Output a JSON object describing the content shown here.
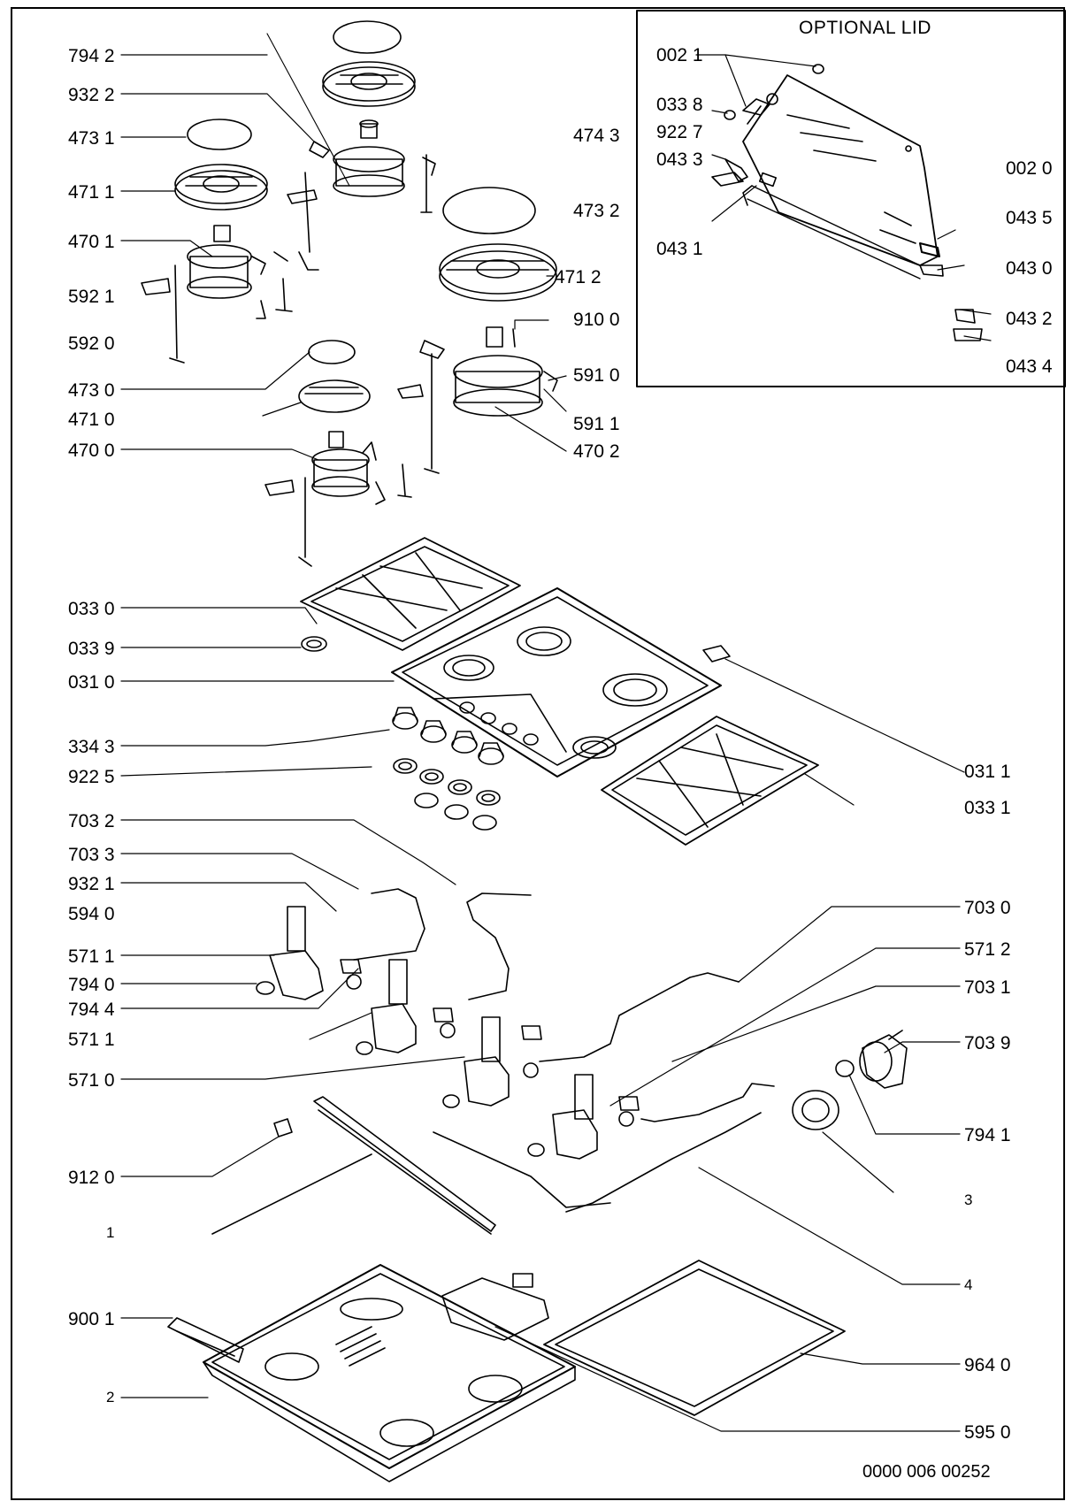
{
  "optional_lid": {
    "title": "OPTIONAL LID",
    "labels": [
      "002 1",
      "033 8",
      "922 7",
      "043 3",
      "002 0",
      "043 1",
      "043 5",
      "043 0",
      "043 2",
      "043 4"
    ]
  },
  "left_labels": [
    "794 2",
    "932 2",
    "473 1",
    "471 1",
    "470 1",
    "592 1",
    "592 0",
    "473 0",
    "471 0",
    "470 0",
    "033 0",
    "033 9",
    "031 0",
    "334 3",
    "922 5",
    "703 2",
    "703 3",
    "932 1",
    "594 0",
    "571 1",
    "794 0",
    "794 4",
    "571 1",
    "571 0",
    "912 0",
    "1",
    "900 1",
    "2"
  ],
  "middle_labels": [
    "474 3",
    "473 2",
    "471 2",
    "910 0",
    "591 0",
    "591 1",
    "470 2"
  ],
  "right_labels": [
    "031 1",
    "033 1",
    "703 0",
    "571 2",
    "703 1",
    "703 9",
    "794 1",
    "3",
    "4",
    "964 0",
    "595 0"
  ],
  "reference": "0000 006 00252"
}
